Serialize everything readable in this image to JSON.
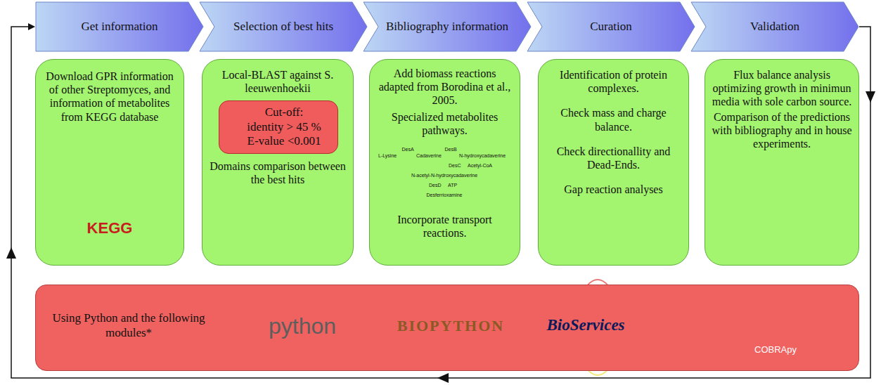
{
  "diagram": {
    "nodes": [
      {
        "text": [
          "Get information"
        ]
      },
      {
        "text": [
          "Selection of best hits"
        ]
      },
      {
        "text": [
          "Bibliography information"
        ]
      },
      {
        "text": [
          "Curation"
        ]
      },
      {
        "text": [
          "Validation"
        ]
      },
      {
        "text": [
          "Download GPR information of other Streptomyces, and information of metabolites from KEGG database"
        ]
      },
      {
        "text": [
          "Local-BLAST against S. leeuwenhoekii",
          "Domains comparison between the best hits"
        ]
      },
      {
        "text": [
          "Cut-off:",
          "identity > 45 %",
          "E-value <0.001"
        ],
        "in": 6
      },
      {
        "text": [
          "Add biomass reactions adapted from Borodina et al., 2005.",
          "Specialized metabolites pathways.",
          "Incorporate transport reactions."
        ]
      },
      {
        "text": [
          "Identification of protein complexes.",
          "Check mass and charge balance.",
          "Check directionallity and Dead-Ends.",
          "Gap reaction analyses"
        ]
      },
      {
        "text": [
          "Flux balance analysis optimizing growth in minimun media with sole carbon source.",
          "Comparison of the predictions with bibliography and in house experiments."
        ]
      },
      {
        "text": [
          "Using Python and the following modules*"
        ]
      }
    ],
    "edges": [
      {
        "from": 4,
        "to": 0,
        "arrow": "to"
      }
    ],
    "labels": [
      "KEGG",
      "python",
      "BIOPYTHON",
      "BioServices",
      "COBRApy",
      "L-Lysine",
      "DesA",
      "Cadaverine",
      "DesB",
      "N-hydroxycadaverine",
      "DesC",
      "Acetyl-CoA",
      "N-acetyl-N-hydroxycadaverine",
      "DesD",
      "ATP",
      "Desferrioxamine"
    ]
  }
}
